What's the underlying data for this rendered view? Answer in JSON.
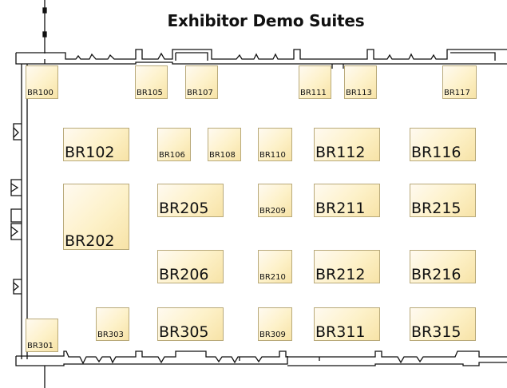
{
  "title": "Exhibitor Demo Suites",
  "booths": [
    {
      "id": "BR100",
      "size": "sm"
    },
    {
      "id": "BR105",
      "size": "sm"
    },
    {
      "id": "BR107",
      "size": "sm"
    },
    {
      "id": "BR111",
      "size": "sm"
    },
    {
      "id": "BR113",
      "size": "sm"
    },
    {
      "id": "BR117",
      "size": "sm"
    },
    {
      "id": "BR102",
      "size": "lg"
    },
    {
      "id": "BR106",
      "size": "sm"
    },
    {
      "id": "BR108",
      "size": "sm"
    },
    {
      "id": "BR110",
      "size": "sm"
    },
    {
      "id": "BR112",
      "size": "lg"
    },
    {
      "id": "BR116",
      "size": "lg"
    },
    {
      "id": "BR202",
      "size": "lg"
    },
    {
      "id": "BR205",
      "size": "lg"
    },
    {
      "id": "BR209",
      "size": "sm"
    },
    {
      "id": "BR211",
      "size": "lg"
    },
    {
      "id": "BR215",
      "size": "lg"
    },
    {
      "id": "BR206",
      "size": "lg"
    },
    {
      "id": "BR210",
      "size": "sm"
    },
    {
      "id": "BR212",
      "size": "lg"
    },
    {
      "id": "BR216",
      "size": "lg"
    },
    {
      "id": "BR301",
      "size": "sm"
    },
    {
      "id": "BR303",
      "size": "sm"
    },
    {
      "id": "BR305",
      "size": "lg"
    },
    {
      "id": "BR309",
      "size": "sm"
    },
    {
      "id": "BR311",
      "size": "lg"
    },
    {
      "id": "BR315",
      "size": "lg"
    }
  ]
}
